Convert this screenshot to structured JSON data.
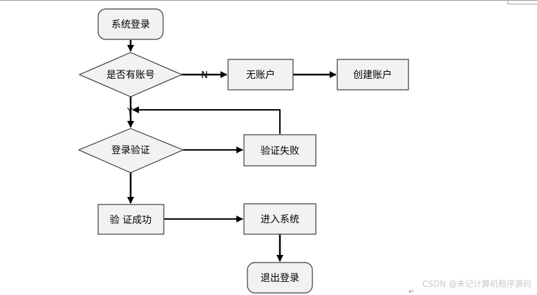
{
  "colors": {
    "node_fill": "#f2f2f2",
    "node_stroke": "#3a3a3a",
    "arrow": "#000000",
    "page_top_rule": "#9a9a9a",
    "watermark": "#c8c8c8"
  },
  "nodes": {
    "start": "系统登录",
    "has_account": "是否有账号",
    "no_account": "无账户",
    "create_account": "创建账户",
    "login_verify": "登录验证",
    "verify_fail": "验证失败",
    "verify_success": "验 证成功",
    "enter_system": "进入系统",
    "logout": "退出登录"
  },
  "edge_labels": {
    "no": "N",
    "yes": "Y"
  },
  "watermark": "CSDN @未记计算机程序源码"
}
